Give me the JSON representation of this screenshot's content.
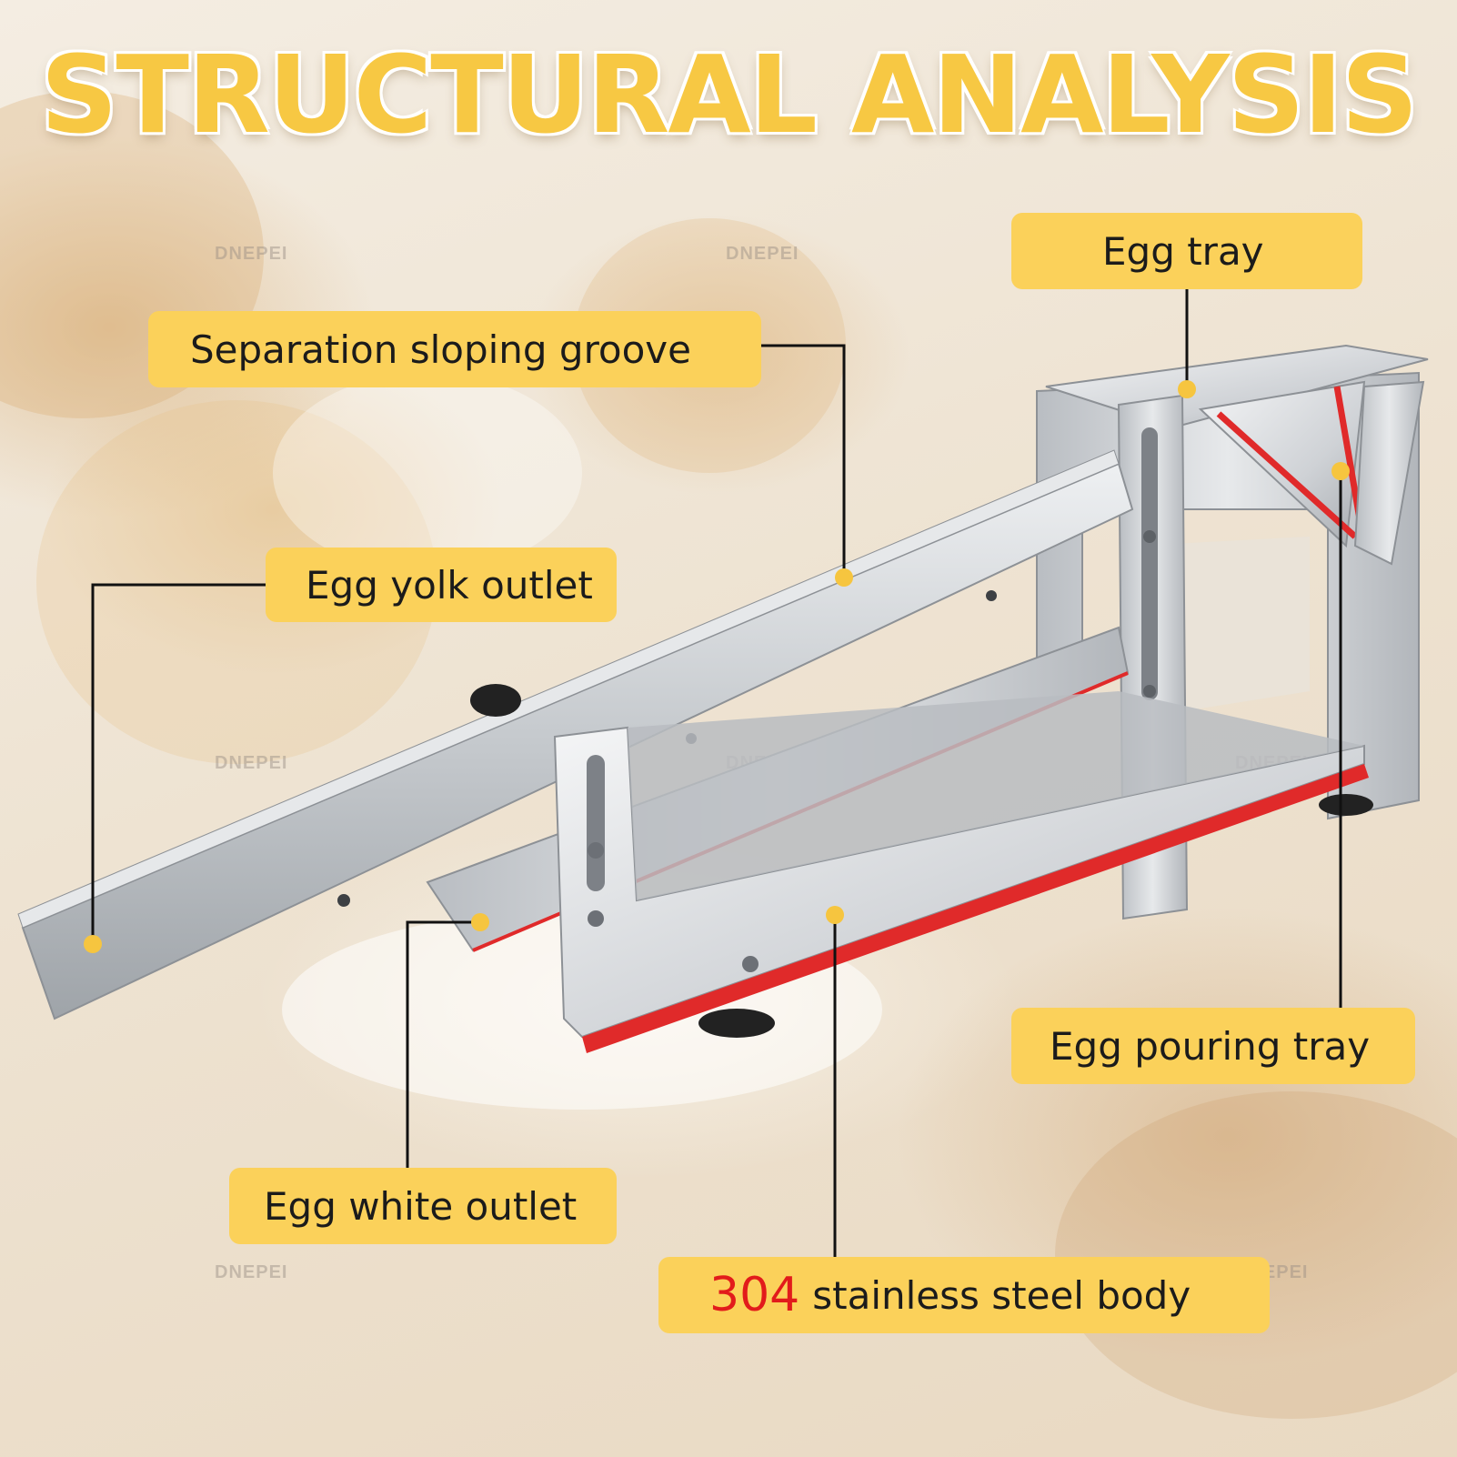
{
  "title": "STRUCTURAL ANALYSIS",
  "watermark": "DNEPEI",
  "labels": {
    "egg_tray": "Egg tray",
    "separation_groove": "Separation sloping groove",
    "egg_yolk_outlet": "Egg yolk outlet",
    "egg_pouring_tray": "Egg pouring tray",
    "egg_white_outlet": "Egg white outlet",
    "body_number": "304",
    "body_text": "stainless steel body"
  },
  "colors": {
    "label_fill": "#fbd15a",
    "title": "#f7c843",
    "accent_red": "#e21b1b",
    "steel": "#c9ccd0"
  }
}
